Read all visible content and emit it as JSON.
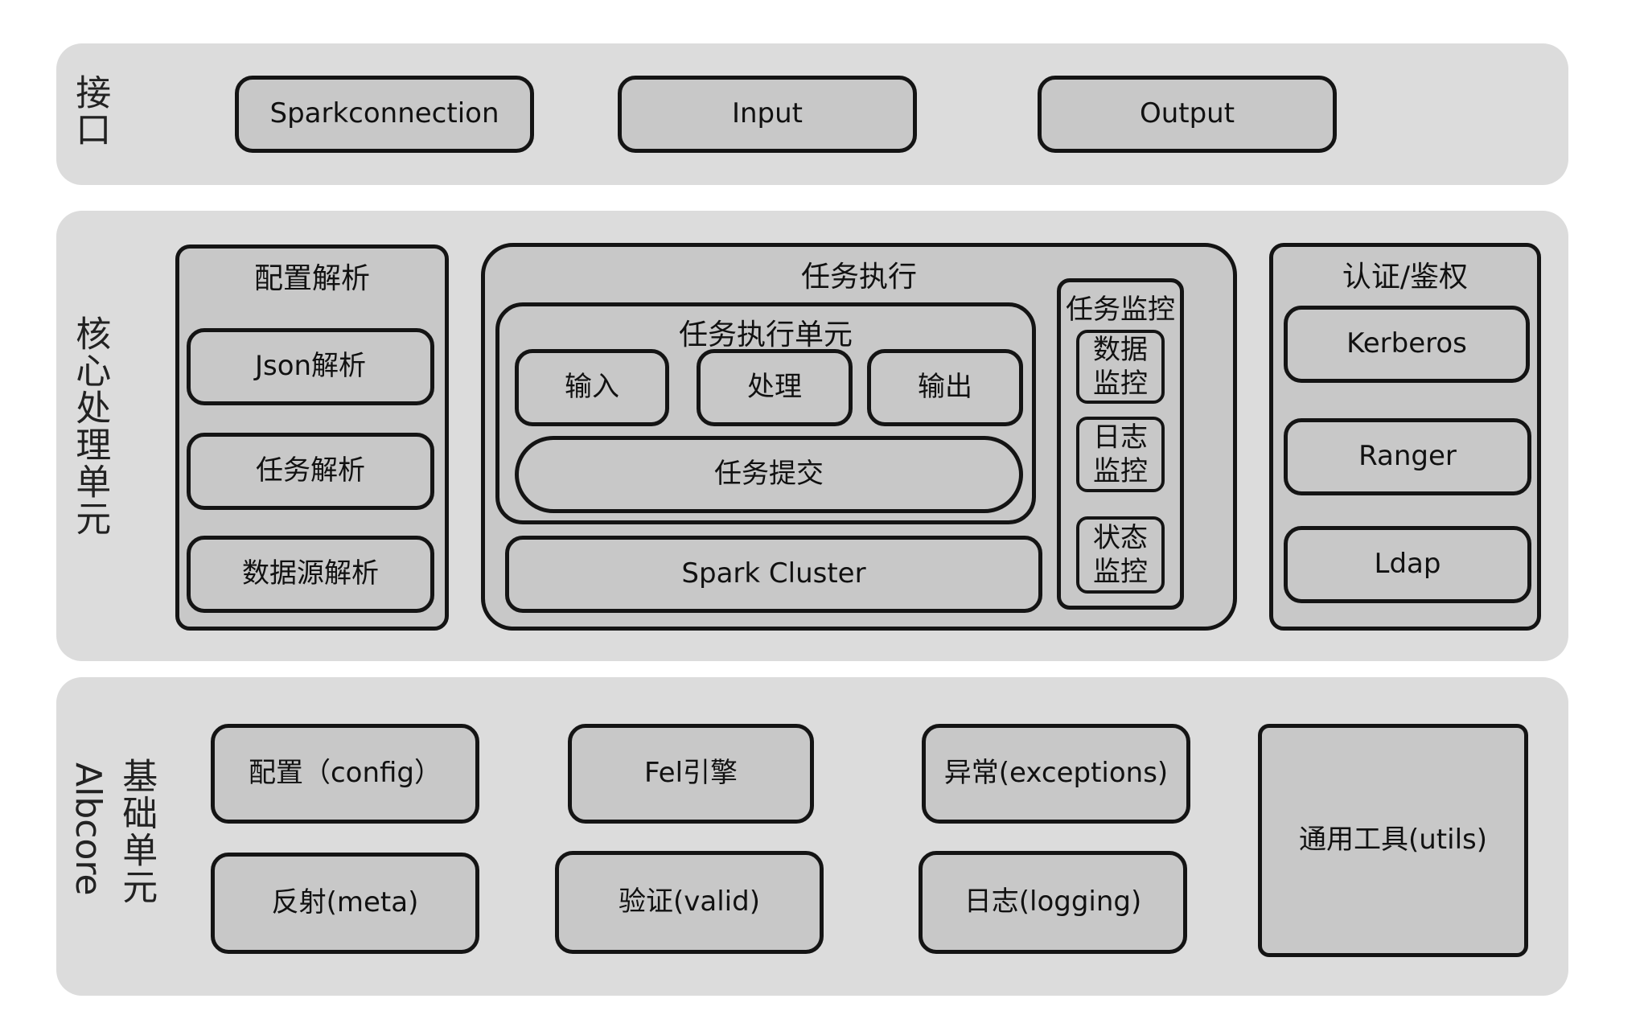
{
  "bands": {
    "interface": {
      "label": "接口",
      "items": [
        "Sparkconnection",
        "Input",
        "Output"
      ]
    },
    "core": {
      "label": "核心处理单元",
      "config_parse": {
        "title": "配置解析",
        "items": [
          "Json解析",
          "任务解析",
          "数据源解析"
        ]
      },
      "task_exec": {
        "title": "任务执行",
        "unit": {
          "title": "任务执行单元",
          "items": [
            "输入",
            "处理",
            "输出"
          ],
          "submit": "任务提交"
        },
        "cluster": "Spark Cluster",
        "monitor": {
          "title": "任务监控",
          "items": [
            "数据\n监控",
            "日志\n监控",
            "状态\n监控"
          ]
        }
      },
      "auth": {
        "title": "认证/鉴权",
        "items": [
          "Kerberos",
          "Ranger",
          "Ldap"
        ]
      }
    },
    "base": {
      "label": "基础单元",
      "label2": "Albcore",
      "items": [
        "配置（config）",
        "Fel引擎",
        "异常(exceptions)",
        "反射(meta)",
        "验证(valid)",
        "日志(logging)",
        "通用工具(utils)"
      ]
    }
  },
  "colors": {
    "band": "#dcdcdc",
    "box": "#c8c8c8",
    "stroke": "#141414"
  }
}
